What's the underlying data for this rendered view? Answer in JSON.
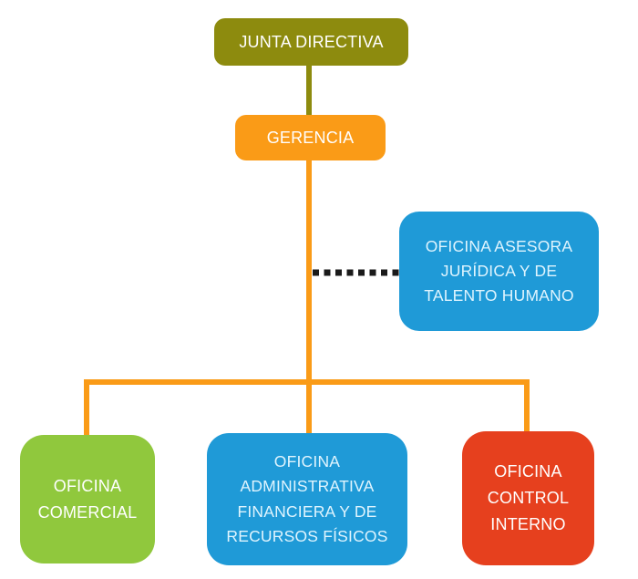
{
  "diagram": {
    "type": "org-chart",
    "background_color": "#FFFFFF",
    "nodes": [
      {
        "id": "junta-directiva",
        "label": "JUNTA DIRECTIVA",
        "fill": "#8D8B0E",
        "text_color": "#FFFFFF",
        "level": 1
      },
      {
        "id": "gerencia",
        "label": "GERENCIA",
        "fill": "#FA9B17",
        "text_color": "#FFFFFF",
        "level": 2
      },
      {
        "id": "oficina-asesora",
        "label": "OFICINA ASESORA\nJURÍDICA Y DE\nTALENTO HUMANO",
        "fill": "#1F9AD7",
        "text_color": "#DFF4FE",
        "level": 3
      },
      {
        "id": "oficina-comercial",
        "label": "OFICINA\nCOMERCIAL",
        "fill": "#90C83D",
        "text_color": "#FFFFFF",
        "level": 4
      },
      {
        "id": "oficina-administrativa",
        "label": "OFICINA\nADMINISTRATIVA\nFINANCIERA Y DE\nRECURSOS FÍSICOS",
        "fill": "#1F9AD7",
        "text_color": "#DFF4FE",
        "level": 4
      },
      {
        "id": "oficina-control-interno",
        "label": "OFICINA\nCONTROL\nINTERNO",
        "fill": "#E6401E",
        "text_color": "#FFFFFF",
        "level": 4
      }
    ],
    "edges": [
      {
        "from": "junta-directiva",
        "to": "gerencia",
        "style": "solid",
        "color": "#8D8B0E"
      },
      {
        "from": "gerencia",
        "to": "oficina-asesora",
        "style": "dotted",
        "color": "#1A1A1A"
      },
      {
        "from": "gerencia",
        "to": "oficina-comercial",
        "style": "solid",
        "color": "#FA9B17"
      },
      {
        "from": "gerencia",
        "to": "oficina-administrativa",
        "style": "solid",
        "color": "#FA9B17"
      },
      {
        "from": "gerencia",
        "to": "oficina-control-interno",
        "style": "solid",
        "color": "#FA9B17"
      }
    ],
    "colors": {
      "olive_connector": "#8D8B0E",
      "orange_connector": "#FA9B17",
      "dotted_connector": "#1A1A1A"
    }
  }
}
